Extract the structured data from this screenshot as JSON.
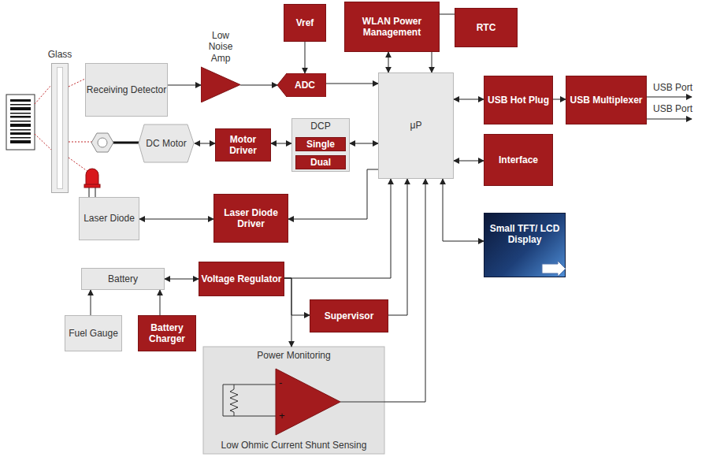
{
  "diagram": {
    "nodes": [
      {
        "text": [
          "Vref"
        ]
      },
      {
        "text": [
          "WLAN Power Management"
        ]
      },
      {
        "text": [
          "RTC"
        ]
      },
      {
        "text": [
          "Glass"
        ]
      },
      {
        "text": [
          "Receiving Detector"
        ]
      },
      {
        "text": [
          "Low Noise Amp"
        ]
      },
      {
        "text": [
          "ADC"
        ]
      },
      {
        "text": [
          "μP"
        ]
      },
      {
        "text": [
          "USB Hot Plug"
        ]
      },
      {
        "text": [
          "USB Multiplexer"
        ]
      },
      {
        "text": [
          "DC Motor"
        ]
      },
      {
        "text": [
          "Motor Driver"
        ]
      },
      {
        "text": [
          "DCP"
        ]
      },
      {
        "text": [
          "Single"
        ],
        "in": 12
      },
      {
        "text": [
          "Dual"
        ],
        "in": 12
      },
      {
        "text": [
          "Interface"
        ]
      },
      {
        "text": [
          "Laser Diode"
        ]
      },
      {
        "text": [
          "Laser Diode Driver"
        ]
      },
      {
        "text": [
          "Small TFT/ LCD Display"
        ]
      },
      {
        "text": [
          "Battery"
        ]
      },
      {
        "text": [
          "Voltage Regulator"
        ]
      },
      {
        "text": [
          "Supervisor"
        ]
      },
      {
        "text": [
          "Fuel Gauge"
        ]
      },
      {
        "text": [
          "Battery Charger"
        ]
      },
      {
        "text": [
          "Power Monitoring",
          "Low Ohmic Current Shunt Sensing"
        ]
      }
    ],
    "edges": [
      {
        "from": 4,
        "to": 5,
        "arrow": "to"
      },
      {
        "from": 5,
        "to": 6,
        "arrow": "to"
      },
      {
        "from": 0,
        "to": 6,
        "arrow": "to"
      },
      {
        "from": 6,
        "to": 7,
        "arrow": "to"
      },
      {
        "from": 1,
        "to": 7,
        "arrow": "both"
      },
      {
        "from": 2,
        "to": 7,
        "arrow": "to"
      },
      {
        "from": 7,
        "to": 8,
        "arrow": "both"
      },
      {
        "from": 8,
        "to": 9,
        "arrow": "to"
      },
      {
        "from": 10,
        "to": 11,
        "arrow": "both"
      },
      {
        "from": 11,
        "to": 12,
        "arrow": "both"
      },
      {
        "from": 12,
        "to": 7,
        "arrow": "both"
      },
      {
        "from": 7,
        "to": 15,
        "arrow": "both"
      },
      {
        "from": 7,
        "to": 17,
        "arrow": "to"
      },
      {
        "from": 16,
        "to": 17,
        "arrow": "both"
      },
      {
        "from": 7,
        "to": 18,
        "arrow": "both"
      },
      {
        "from": 19,
        "to": 20,
        "arrow": "both"
      },
      {
        "from": 20,
        "to": 7,
        "arrow": "to"
      },
      {
        "from": 20,
        "to": 21,
        "arrow": "to"
      },
      {
        "from": 20,
        "to": 24,
        "arrow": "to"
      },
      {
        "from": 21,
        "to": 7,
        "arrow": "to"
      },
      {
        "from": 24,
        "to": 7,
        "arrow": "to"
      },
      {
        "from": 22,
        "to": 19,
        "arrow": "to"
      },
      {
        "from": 23,
        "to": 19,
        "arrow": "to"
      }
    ],
    "labels": [
      "USB Port",
      "USB Port",
      "-",
      "+"
    ]
  }
}
